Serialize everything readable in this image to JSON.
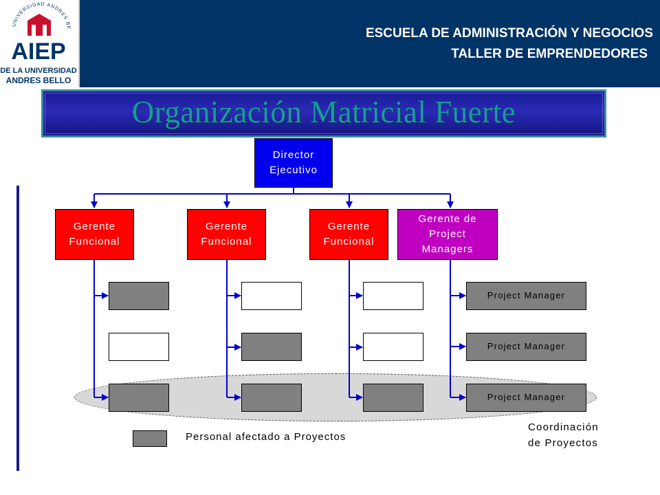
{
  "header": {
    "logo_text": "AIEP",
    "logo_sub_1": "DE LA UNIVERSIDAD",
    "logo_sub_2": "ANDRES BELLO",
    "logo_ring_text": "UNIVERSIDAD ANDRES BELLO",
    "line1": "ESCUELA DE ADMINISTRACIÓN Y NEGOCIOS",
    "line2": "TALLER DE EMPRENDEDORES"
  },
  "title": "Organización Matricial Fuerte",
  "nodes": {
    "director": "Director\nEjecutivo",
    "manager_1": "Gerente\nFuncional",
    "manager_2": "Gerente\nFuncional",
    "manager_3": "Gerente\nFuncional",
    "pm_manager": "Gerente de\nProject\nManagers",
    "pm_1": "Project Manager",
    "pm_2": "Project Manager",
    "pm_3": "Project Manager"
  },
  "staff_columns": [
    [
      "assigned",
      "unassigned",
      "assigned"
    ],
    [
      "unassigned",
      "assigned",
      "assigned"
    ],
    [
      "unassigned",
      "unassigned",
      "assigned"
    ]
  ],
  "legend": {
    "label": "Personal afectado a Proyectos"
  },
  "coordination_label": "Coordinación\nde Proyectos",
  "colors": {
    "header_bg": "#003366",
    "director": "#0000ee",
    "functional_manager": "#ff0000",
    "pm_manager": "#c000c0",
    "assigned_staff": "#808080",
    "connector": "#0000cc",
    "logo_red": "#c8102e"
  }
}
